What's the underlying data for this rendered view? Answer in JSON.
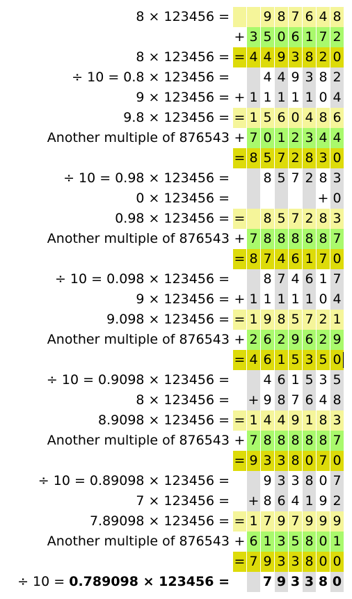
{
  "colors": {
    "light_yellow": "#F5F59A",
    "green": "#A9F96C",
    "olive": "#DDDB0A",
    "gray": "#DDDDDD",
    "white": "#FFFFFF"
  },
  "rows": [
    {
      "label": "8 × 123456 =",
      "cells": [
        "",
        "",
        "9",
        "8",
        "7",
        "6",
        "4",
        "8"
      ],
      "fills": [
        "Y",
        "Y",
        "Y",
        "Y",
        "Y",
        "Y",
        "Y",
        "Y"
      ]
    },
    {
      "label": "",
      "cells": [
        "+",
        "3",
        "5",
        "0",
        "6",
        "1",
        "7",
        "2"
      ],
      "fills": [
        "W",
        "G",
        "G",
        "G",
        "G",
        "G",
        "G",
        "G"
      ]
    },
    {
      "label": "8 × 123456 =",
      "cells": [
        "=",
        "4",
        "4",
        "9",
        "3",
        "8",
        "2",
        "0"
      ],
      "fills": [
        "O",
        "O",
        "O",
        "O",
        "O",
        "O",
        "O",
        "O"
      ]
    },
    {
      "label": "÷ 10 = 0.8 × 123456 =",
      "cells": [
        "",
        "",
        "4",
        "4",
        "9",
        "3",
        "8",
        "2"
      ],
      "fills": [
        "W",
        "A",
        "W",
        "A",
        "W",
        "A",
        "W",
        "A"
      ]
    },
    {
      "label": "9 × 123456 =",
      "cells": [
        "+",
        "1",
        "1",
        "1",
        "1",
        "1",
        "0",
        "4"
      ],
      "fills": [
        "W",
        "A",
        "W",
        "A",
        "W",
        "A",
        "W",
        "A"
      ]
    },
    {
      "label": "9.8 × 123456 =",
      "cells": [
        "=",
        "1",
        "5",
        "6",
        "0",
        "4",
        "8",
        "6"
      ],
      "fills": [
        "Y",
        "Y",
        "Y",
        "Y",
        "Y",
        "Y",
        "Y",
        "Y"
      ]
    },
    {
      "label": "Another multiple of 876543",
      "cells": [
        "+",
        "7",
        "0",
        "1",
        "2",
        "3",
        "4",
        "4"
      ],
      "fills": [
        "W",
        "G",
        "G",
        "G",
        "G",
        "G",
        "G",
        "G"
      ]
    },
    {
      "label": "",
      "cells": [
        "=",
        "8",
        "5",
        "7",
        "2",
        "8",
        "3",
        "0"
      ],
      "fills": [
        "O",
        "O",
        "O",
        "O",
        "O",
        "O",
        "O",
        "O"
      ]
    },
    {
      "label": "÷ 10 = 0.98 × 123456 =",
      "cells": [
        "",
        "",
        "8",
        "5",
        "7",
        "2",
        "8",
        "3"
      ],
      "fills": [
        "W",
        "A",
        "W",
        "A",
        "W",
        "A",
        "W",
        "A"
      ]
    },
    {
      "label": "0 × 123456 =",
      "cells": [
        "",
        "",
        "",
        "",
        "",
        "",
        "+",
        "0"
      ],
      "fills": [
        "W",
        "A",
        "W",
        "A",
        "W",
        "A",
        "W",
        "A"
      ]
    },
    {
      "label": "0.98 × 123456 =",
      "cells": [
        "=",
        "",
        "8",
        "5",
        "7",
        "2",
        "8",
        "3"
      ],
      "fills": [
        "Y",
        "Y",
        "Y",
        "Y",
        "Y",
        "Y",
        "Y",
        "Y"
      ]
    },
    {
      "label": "Another multiple of 876543",
      "cells": [
        "+",
        "7",
        "8",
        "8",
        "8",
        "8",
        "8",
        "7"
      ],
      "fills": [
        "W",
        "G",
        "G",
        "G",
        "G",
        "G",
        "G",
        "G"
      ]
    },
    {
      "label": "",
      "cells": [
        "=",
        "8",
        "7",
        "4",
        "6",
        "1",
        "7",
        "0"
      ],
      "fills": [
        "O",
        "O",
        "O",
        "O",
        "O",
        "O",
        "O",
        "O"
      ]
    },
    {
      "label": "÷ 10 = 0.098 × 123456 =",
      "cells": [
        "",
        "",
        "8",
        "7",
        "4",
        "6",
        "1",
        "7"
      ],
      "fills": [
        "W",
        "A",
        "W",
        "A",
        "W",
        "A",
        "W",
        "A"
      ]
    },
    {
      "label": "9 × 123456 =",
      "cells": [
        "+",
        "1",
        "1",
        "1",
        "1",
        "1",
        "0",
        "4"
      ],
      "fills": [
        "W",
        "A",
        "W",
        "A",
        "W",
        "A",
        "W",
        "A"
      ]
    },
    {
      "label": "9.098 × 123456 =",
      "cells": [
        "=",
        "1",
        "9",
        "8",
        "5",
        "7",
        "2",
        "1"
      ],
      "fills": [
        "Y",
        "Y",
        "Y",
        "Y",
        "Y",
        "Y",
        "Y",
        "Y"
      ]
    },
    {
      "label": "Another multiple of 876543",
      "cells": [
        "+",
        "2",
        "6",
        "2",
        "9",
        "6",
        "2",
        "9"
      ],
      "fills": [
        "W",
        "G",
        "G",
        "G",
        "G",
        "G",
        "G",
        "G"
      ]
    },
    {
      "label": "",
      "cells": [
        "=",
        "4",
        "6",
        "1",
        "5",
        "3",
        "5",
        "0"
      ],
      "fills": [
        "O",
        "O",
        "O",
        "O",
        "O",
        "O",
        "O",
        "O"
      ],
      "cursor": true
    },
    {
      "label": "÷ 10 = 0.9098 × 123456 =",
      "cells": [
        "",
        "",
        "4",
        "6",
        "1",
        "5",
        "3",
        "5"
      ],
      "fills": [
        "W",
        "A",
        "W",
        "A",
        "W",
        "A",
        "W",
        "A"
      ]
    },
    {
      "label": "8 × 123456 =",
      "cells": [
        "",
        "+",
        "9",
        "8",
        "7",
        "6",
        "4",
        "8"
      ],
      "fills": [
        "W",
        "A",
        "W",
        "A",
        "W",
        "A",
        "W",
        "A"
      ]
    },
    {
      "label": "8.9098 × 123456 =",
      "cells": [
        "=",
        "1",
        "4",
        "4",
        "9",
        "1",
        "8",
        "3"
      ],
      "fills": [
        "Y",
        "Y",
        "Y",
        "Y",
        "Y",
        "Y",
        "Y",
        "Y"
      ]
    },
    {
      "label": "Another multiple of 876543",
      "cells": [
        "+",
        "7",
        "8",
        "8",
        "8",
        "8",
        "8",
        "7"
      ],
      "fills": [
        "W",
        "G",
        "G",
        "G",
        "G",
        "G",
        "G",
        "G"
      ]
    },
    {
      "label": "",
      "cells": [
        "=",
        "9",
        "3",
        "3",
        "8",
        "0",
        "7",
        "0"
      ],
      "fills": [
        "O",
        "O",
        "O",
        "O",
        "O",
        "O",
        "O",
        "O"
      ]
    },
    {
      "label": "÷ 10 = 0.89098 × 123456 =",
      "cells": [
        "",
        "",
        "9",
        "3",
        "3",
        "8",
        "0",
        "7"
      ],
      "fills": [
        "W",
        "A",
        "W",
        "A",
        "W",
        "A",
        "W",
        "A"
      ]
    },
    {
      "label": "7 × 123456 =",
      "cells": [
        "",
        "+",
        "8",
        "6",
        "4",
        "1",
        "9",
        "2"
      ],
      "fills": [
        "W",
        "A",
        "W",
        "A",
        "W",
        "A",
        "W",
        "A"
      ]
    },
    {
      "label": "7.89098 × 123456 =",
      "cells": [
        "=",
        "1",
        "7",
        "9",
        "7",
        "9",
        "9",
        "9"
      ],
      "fills": [
        "Y",
        "Y",
        "Y",
        "Y",
        "Y",
        "Y",
        "Y",
        "Y"
      ]
    },
    {
      "label": "Another multiple of 876543",
      "cells": [
        "+",
        "6",
        "1",
        "3",
        "5",
        "8",
        "0",
        "1"
      ],
      "fills": [
        "W",
        "G",
        "G",
        "G",
        "G",
        "G",
        "G",
        "G"
      ]
    },
    {
      "label": "",
      "cells": [
        "=",
        "7",
        "9",
        "3",
        "3",
        "8",
        "0",
        "0"
      ],
      "fills": [
        "O",
        "O",
        "O",
        "O",
        "O",
        "O",
        "O",
        "O"
      ]
    },
    {
      "label": "÷ 10 = ",
      "label_bold": "0.789098 × 123456 =",
      "cells": [
        "",
        "",
        "7",
        "9",
        "3",
        "3",
        "8",
        "0"
      ],
      "fills": [
        "W",
        "A",
        "W",
        "A",
        "W",
        "A",
        "W",
        "A"
      ],
      "bold": true
    }
  ]
}
